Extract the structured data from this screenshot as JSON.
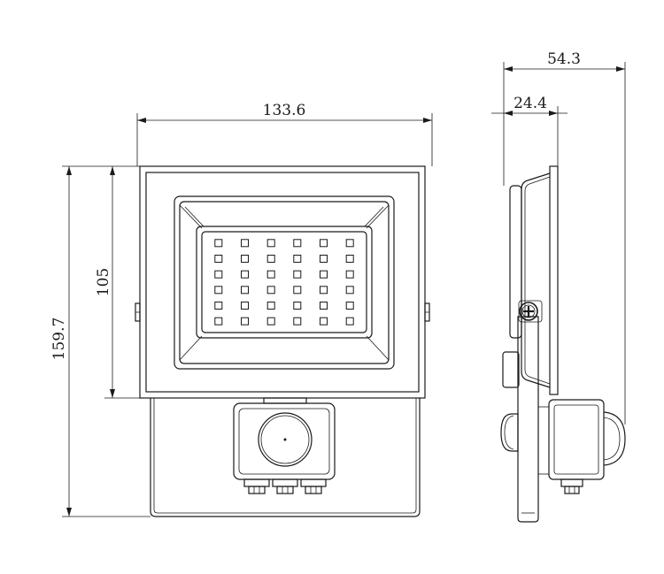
{
  "dimensions": {
    "front_width": "133.6",
    "panel_height": "105",
    "total_height": "159.7",
    "side_depth": "54.3",
    "side_body_depth": "24.4"
  },
  "colors": {
    "line": "#1a1a1a",
    "background": "#ffffff"
  },
  "led_grid": {
    "rows": 6,
    "cols": 6
  },
  "icons": {
    "mount_screw": "phillips-screw-icon",
    "sensor": "pir-sensor-icon"
  }
}
